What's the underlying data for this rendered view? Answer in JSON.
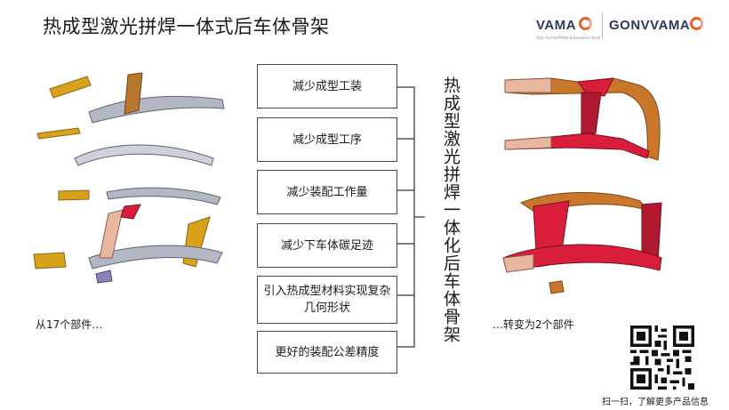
{
  "title": "热成型激光拼焊一体式后车体骨架",
  "logos": {
    "vama": "VAMA",
    "vama_tagline": "Valin ArcelorMittal Automotive Steel",
    "gonvvama": "GONVVAMA"
  },
  "benefits": [
    "减少成型工装",
    "减少成型工序",
    "减少装配工作量",
    "减少下车体碳足迹",
    "引入热成型材料实现复杂几何形状",
    "更好的装配公差精度"
  ],
  "vertical_label": "热成型激光拼焊一体化后车体骨架",
  "caption_left": "从17个部件…",
  "caption_right": "…转变为2个部件",
  "qr_caption": "扫一扫，了解更多产品信息",
  "colors": {
    "gold": "#d9a21b",
    "steel_grey": "#b4b7c4",
    "bronze": "#b7772e",
    "red": "#d81e3a",
    "dark_red": "#b01930",
    "pink_beige": "#e8b7a0",
    "orange": "#c9772a",
    "accent_orange": "#e8602a"
  }
}
